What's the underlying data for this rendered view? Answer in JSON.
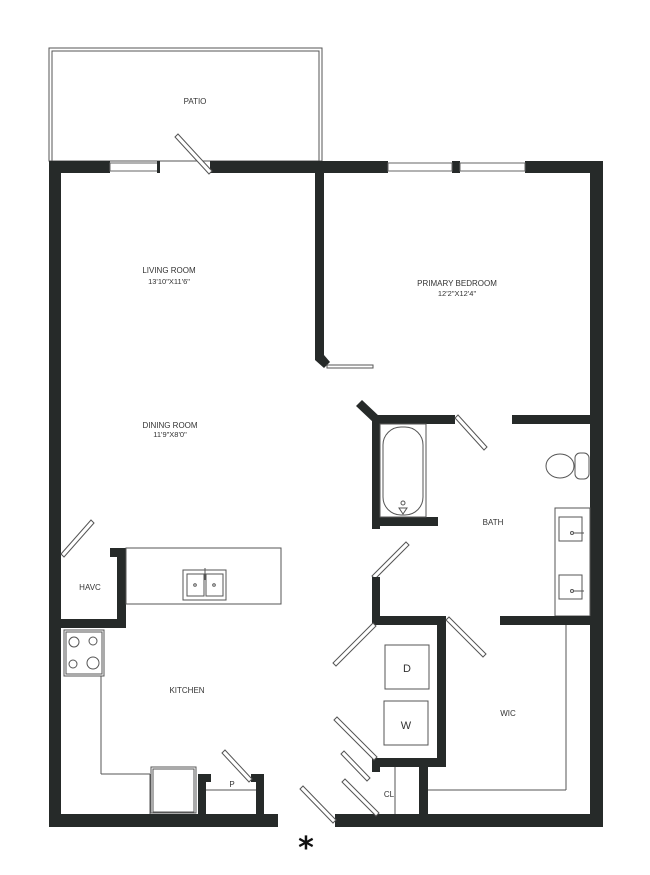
{
  "floor_plan": {
    "rooms": [
      {
        "id": "patio",
        "label": "PATIO",
        "dimensions": ""
      },
      {
        "id": "living-room",
        "label": "LIVING ROOM",
        "dimensions": "13'10\"X11'6\""
      },
      {
        "id": "primary-bedroom",
        "label": "PRIMARY BEDROOM",
        "dimensions": "12'2\"X12'4\""
      },
      {
        "id": "dining-room",
        "label": "DINING ROOM",
        "dimensions": "11'9\"X8'0\""
      },
      {
        "id": "bath",
        "label": "BATH",
        "dimensions": ""
      },
      {
        "id": "havc",
        "label": "HAVC",
        "dimensions": ""
      },
      {
        "id": "kitchen",
        "label": "KITCHEN",
        "dimensions": ""
      },
      {
        "id": "wic",
        "label": "WIC",
        "dimensions": ""
      },
      {
        "id": "pantry",
        "label": "P",
        "dimensions": ""
      },
      {
        "id": "closet",
        "label": "CL",
        "dimensions": ""
      }
    ],
    "appliances": {
      "dryer": "D",
      "washer": "W"
    },
    "entry_marker": "*",
    "colors": {
      "wall": "#262a29",
      "background": "#ffffff",
      "fixture_line": "#555555"
    }
  }
}
